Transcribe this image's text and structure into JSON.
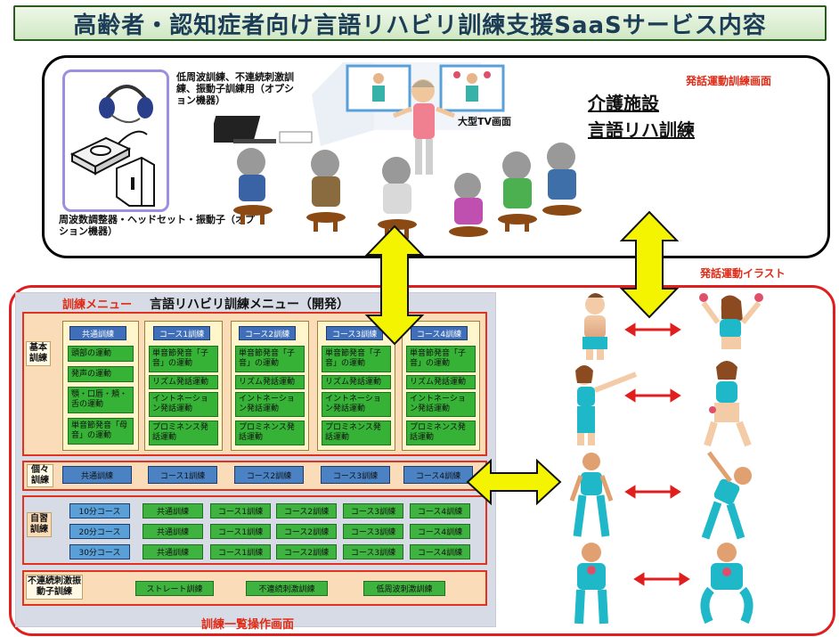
{
  "title": "高齢者・認知症者向け言語リハビリ訓練支援SaaSサービス内容",
  "top": {
    "device_label": "低周波訓練、不連続刺激訓練、振動子訓練用（オプション機器）",
    "device_caption": "周波数調整器・ヘッドセット・振動子（オプション機器）",
    "tv_label": "大型TV画面",
    "heading1": "介護施設",
    "heading2": "言語リハ訓練",
    "screen_label": "発話運動訓練画面"
  },
  "illust_label": "発話運動イラスト",
  "menu": {
    "label": "訓練メニュー",
    "title": "言語リハビリ訓練メニュー（開発）",
    "footer": "訓練一覧操作画面",
    "basic": {
      "label": "基本訓練",
      "common_header": "共通訓練",
      "common_items": [
        "頭部の運動",
        "発声の運動",
        "顎・口唇・頬・舌の運動",
        "単音節発音「母音」の運動"
      ],
      "courses": [
        {
          "header": "コース1訓練",
          "items": [
            "単音節発音「子音」の運動",
            "リズム発話運動",
            "イントネーション発話運動",
            "プロミネンス発話運動"
          ]
        },
        {
          "header": "コース2訓練",
          "items": [
            "単音節発音「子音」の運動",
            "リズム発話運動",
            "イントネーション発話運動",
            "プロミネンス発話運動"
          ]
        },
        {
          "header": "コース3訓練",
          "items": [
            "単音節発音「子音」の運動",
            "リズム発話運動",
            "イントネーション発話運動",
            "プロミネンス発話運動"
          ]
        },
        {
          "header": "コース4訓練",
          "items": [
            "単音節発音「子音」の運動",
            "リズム発話運動",
            "イントネーション発話運動",
            "プロミネンス発話運動"
          ]
        }
      ]
    },
    "individual": {
      "label": "個々訓練",
      "items": [
        "共通訓練",
        "コース1訓練",
        "コース2訓練",
        "コース3訓練",
        "コース4訓練"
      ]
    },
    "self": {
      "label": "自習訓練",
      "rows": [
        {
          "course": "10分コース",
          "items": [
            "共通訓練",
            "コース1訓練",
            "コース2訓練",
            "コース3訓練",
            "コース4訓練"
          ]
        },
        {
          "course": "20分コース",
          "items": [
            "共通訓練",
            "コース1訓練",
            "コース2訓練",
            "コース3訓練",
            "コース4訓練"
          ]
        },
        {
          "course": "30分コース",
          "items": [
            "共通訓練",
            "コース1訓練",
            "コース2訓練",
            "コース3訓練",
            "コース4訓練"
          ]
        }
      ]
    },
    "stim": {
      "label": "不連続刺激振動子訓練",
      "items": [
        "ストレート訓練",
        "不連続刺激訓練",
        "低周波刺激訓練"
      ]
    }
  },
  "colors": {
    "accent_red": "#e01e1e",
    "arrow_yellow": "#f4f400",
    "button_green": "#36b236",
    "button_blue": "#4a82c3"
  }
}
